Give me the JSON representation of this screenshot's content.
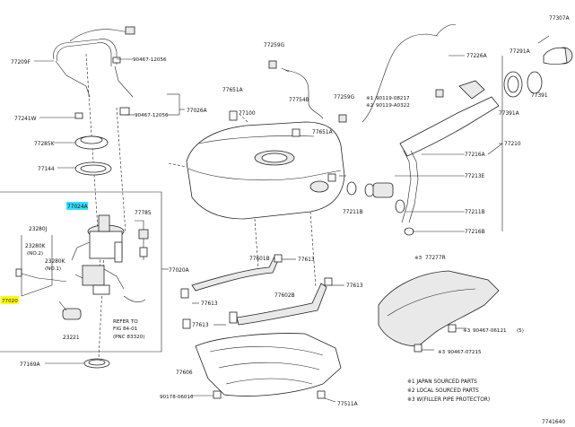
{
  "diagram_id": "7741640",
  "labels": {
    "p77209F": "77209F",
    "p90467_12056a": "90467-12056",
    "p90467_12056b": "90467-12056",
    "p77026A": "77026A",
    "p77241W": "77241W",
    "p77285K": "77285K",
    "p77144": "77144",
    "p77024A": "77024A",
    "p77785": "77785",
    "p23280J": "23280J",
    "p23280K_2": "23280K",
    "p23280K_2_note": "(NO.2)",
    "p23280K_1": "23280K",
    "p23280K_1_note": "(NO.1)",
    "p77020A": "77020A",
    "p23221": "23221",
    "p77169A": "77169A",
    "p_left_hl": "77020",
    "refer1": "REFER TO",
    "refer2": "FIG 84-01",
    "refer3": "(PNC 83320)",
    "p77259G_top": "77259G",
    "p77651A_a": "77651A",
    "p77100": "77100",
    "p77754B": "77754B",
    "p77259G": "77259G",
    "p77651A_b": "77651A",
    "p90119_08217": "90119-08217",
    "p90119_A0322": "90119-A0322",
    "p77226A": "77226A",
    "p77291A": "77291A",
    "p77307A": "77307A",
    "p77391": "77391",
    "p77391A": "77391A",
    "p77210": "77210",
    "p77216A": "77216A",
    "p77213E": "77213E",
    "p77211B_a": "77211B",
    "p77211B_b": "77211B",
    "p77216B": "77216B",
    "p77601B": "77601B",
    "p77613a": "77613",
    "p77613b": "77613",
    "p77613c": "77613",
    "p77613d": "77613",
    "p77602B": "77602B",
    "p77606": "77606",
    "p90178_06016": "90178-06016",
    "p77511A": "77511A",
    "p77277R": "77277R",
    "p90467_06121": "90467-06121",
    "p90467_07215": "90467-07215",
    "note1": "※1 JAPAN SOURCED PARTS",
    "note2": "※2 LOCAL SOURCED PARTS",
    "note3": "※3 W(FILLER PIPE PROTECTOR)",
    "sym1": "※1",
    "sym2": "※2",
    "sym3a": "※3",
    "sym3b": "※3",
    "sym3c": "※3",
    "note_5": "(5)"
  },
  "colors": {
    "highlight_cyan": "#33e0ff",
    "highlight_yellow": "#ffff00"
  }
}
